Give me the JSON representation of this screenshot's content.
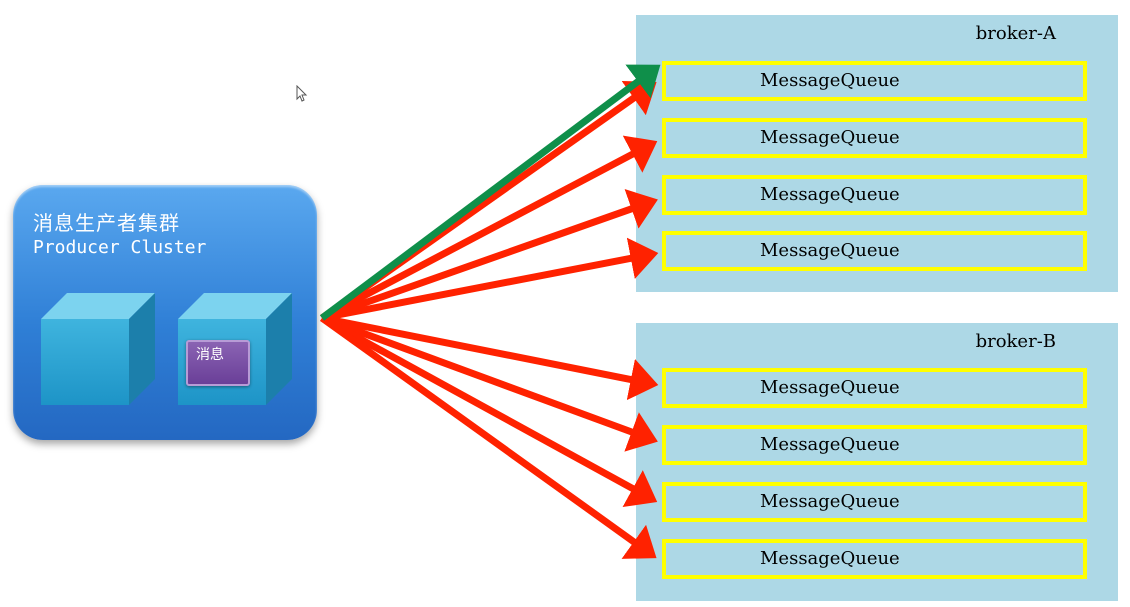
{
  "producer": {
    "title_cn": "消息生产者集群",
    "title_en": "Producer Cluster",
    "message_label": "消息"
  },
  "brokers": [
    {
      "name": "broker-A",
      "queues": [
        "MessageQueue",
        "MessageQueue",
        "MessageQueue",
        "MessageQueue"
      ]
    },
    {
      "name": "broker-B",
      "queues": [
        "MessageQueue",
        "MessageQueue",
        "MessageQueue",
        "MessageQueue"
      ]
    }
  ],
  "colors": {
    "producer_blue": "#2f7fd6",
    "cube_blue": "#1d94c7",
    "message_purple": "#6a3f98",
    "broker_bg": "#add8e6",
    "queue_border": "#ffff00",
    "arrow_red": "#ff2200",
    "arrow_green": "#0f8f4a"
  }
}
